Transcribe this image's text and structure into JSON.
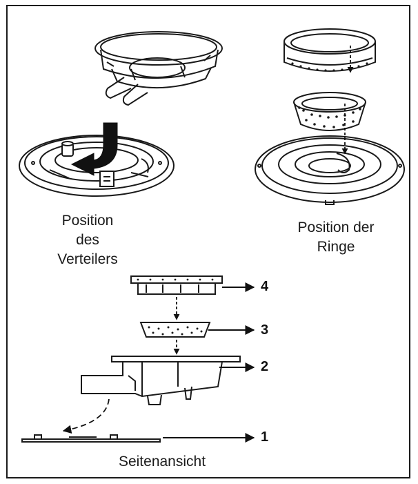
{
  "labels": {
    "distributor_position": [
      "Position",
      "des",
      "Verteilers"
    ],
    "rings_position": [
      "Position der",
      "Ringe"
    ],
    "side_view": "Seitenansicht"
  },
  "part_numbers": [
    "4",
    "3",
    "2",
    "1"
  ],
  "colors": {
    "line": "#1a1a1a",
    "background": "#ffffff"
  }
}
